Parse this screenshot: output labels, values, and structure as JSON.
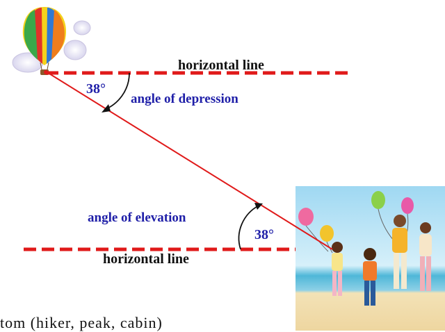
{
  "labels": {
    "top_horizontal": "horizontal line",
    "bottom_horizontal": "horizontal line",
    "depression": "angle of depression",
    "elevation": "angle of elevation",
    "angle_top": "38°",
    "angle_bottom": "38°"
  },
  "footer_fragment": "tom     (hiker, peak, cabin)",
  "colors": {
    "line_red": "#e01a1a",
    "label_blue": "#1f1fa8",
    "label_black": "#111111"
  },
  "icons": {
    "balloon": "hot-air-balloon-icon",
    "people": "family-with-balloons-illustration"
  }
}
